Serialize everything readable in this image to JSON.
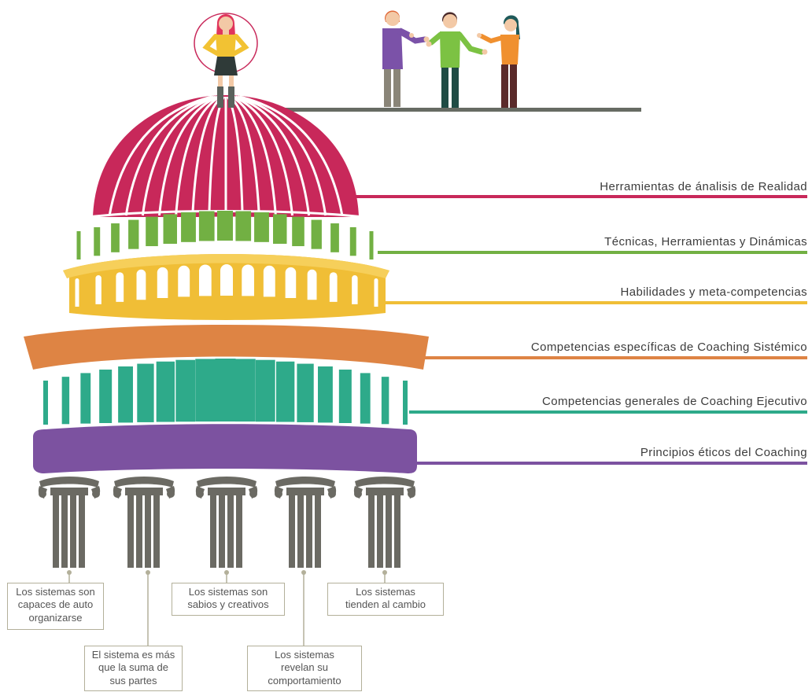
{
  "colors": {
    "red": "#c8285a",
    "green": "#72b043",
    "yellow": "#f0be36",
    "orange": "#de8444",
    "teal": "#2eaa8a",
    "purple": "#7c52a0",
    "column_gray": "#6b6a63",
    "connector_gray": "#b3b09a",
    "platform_gray": "#676b63"
  },
  "layers": [
    {
      "id": "dome",
      "label": "Herramientas de ánalisis de Realidad",
      "color": "#c8285a"
    },
    {
      "id": "drum-green",
      "label": "Técnicas, Herramientas y Dinámicas",
      "color": "#72b043"
    },
    {
      "id": "drum-yellow",
      "label": "Habilidades y meta-competencias",
      "color": "#f0be36"
    },
    {
      "id": "cornice-orange",
      "label": "Competencias específicas de Coaching Sistémico",
      "color": "#de8444"
    },
    {
      "id": "colonnade-teal",
      "label": "Competencias generales de Coaching Ejecutivo",
      "color": "#2eaa8a"
    },
    {
      "id": "base-purple",
      "label": "Principios éticos del Coaching",
      "color": "#7c52a0"
    }
  ],
  "pillars": [
    {
      "lines": [
        "Los sistemas son",
        "capaces de auto",
        "organizarse"
      ]
    },
    {
      "lines": [
        "El sistema es más",
        "que la suma de",
        "sus partes"
      ]
    },
    {
      "lines": [
        "Los sistemas son",
        "sabios y creativos"
      ]
    },
    {
      "lines": [
        "Los sistemas",
        "revelan su",
        "comportamiento"
      ]
    },
    {
      "lines": [
        "Los sistemas",
        "tienden al cambio"
      ]
    }
  ],
  "figures": [
    {
      "name": "coach-woman",
      "shirt": "#f2c233",
      "skirt": "#2f3a38",
      "hair": "#e0365c"
    },
    {
      "name": "man-purple",
      "shirt": "#7b52a8",
      "pants": "#8a8578",
      "hair": "#e06a3a"
    },
    {
      "name": "man-green",
      "shirt": "#7cc243",
      "pants": "#1f4b44",
      "hair": "#4a2a2a"
    },
    {
      "name": "woman-orange",
      "shirt": "#f0902f",
      "pants": "#5a2a2a",
      "hair": "#1f5a5a"
    }
  ]
}
